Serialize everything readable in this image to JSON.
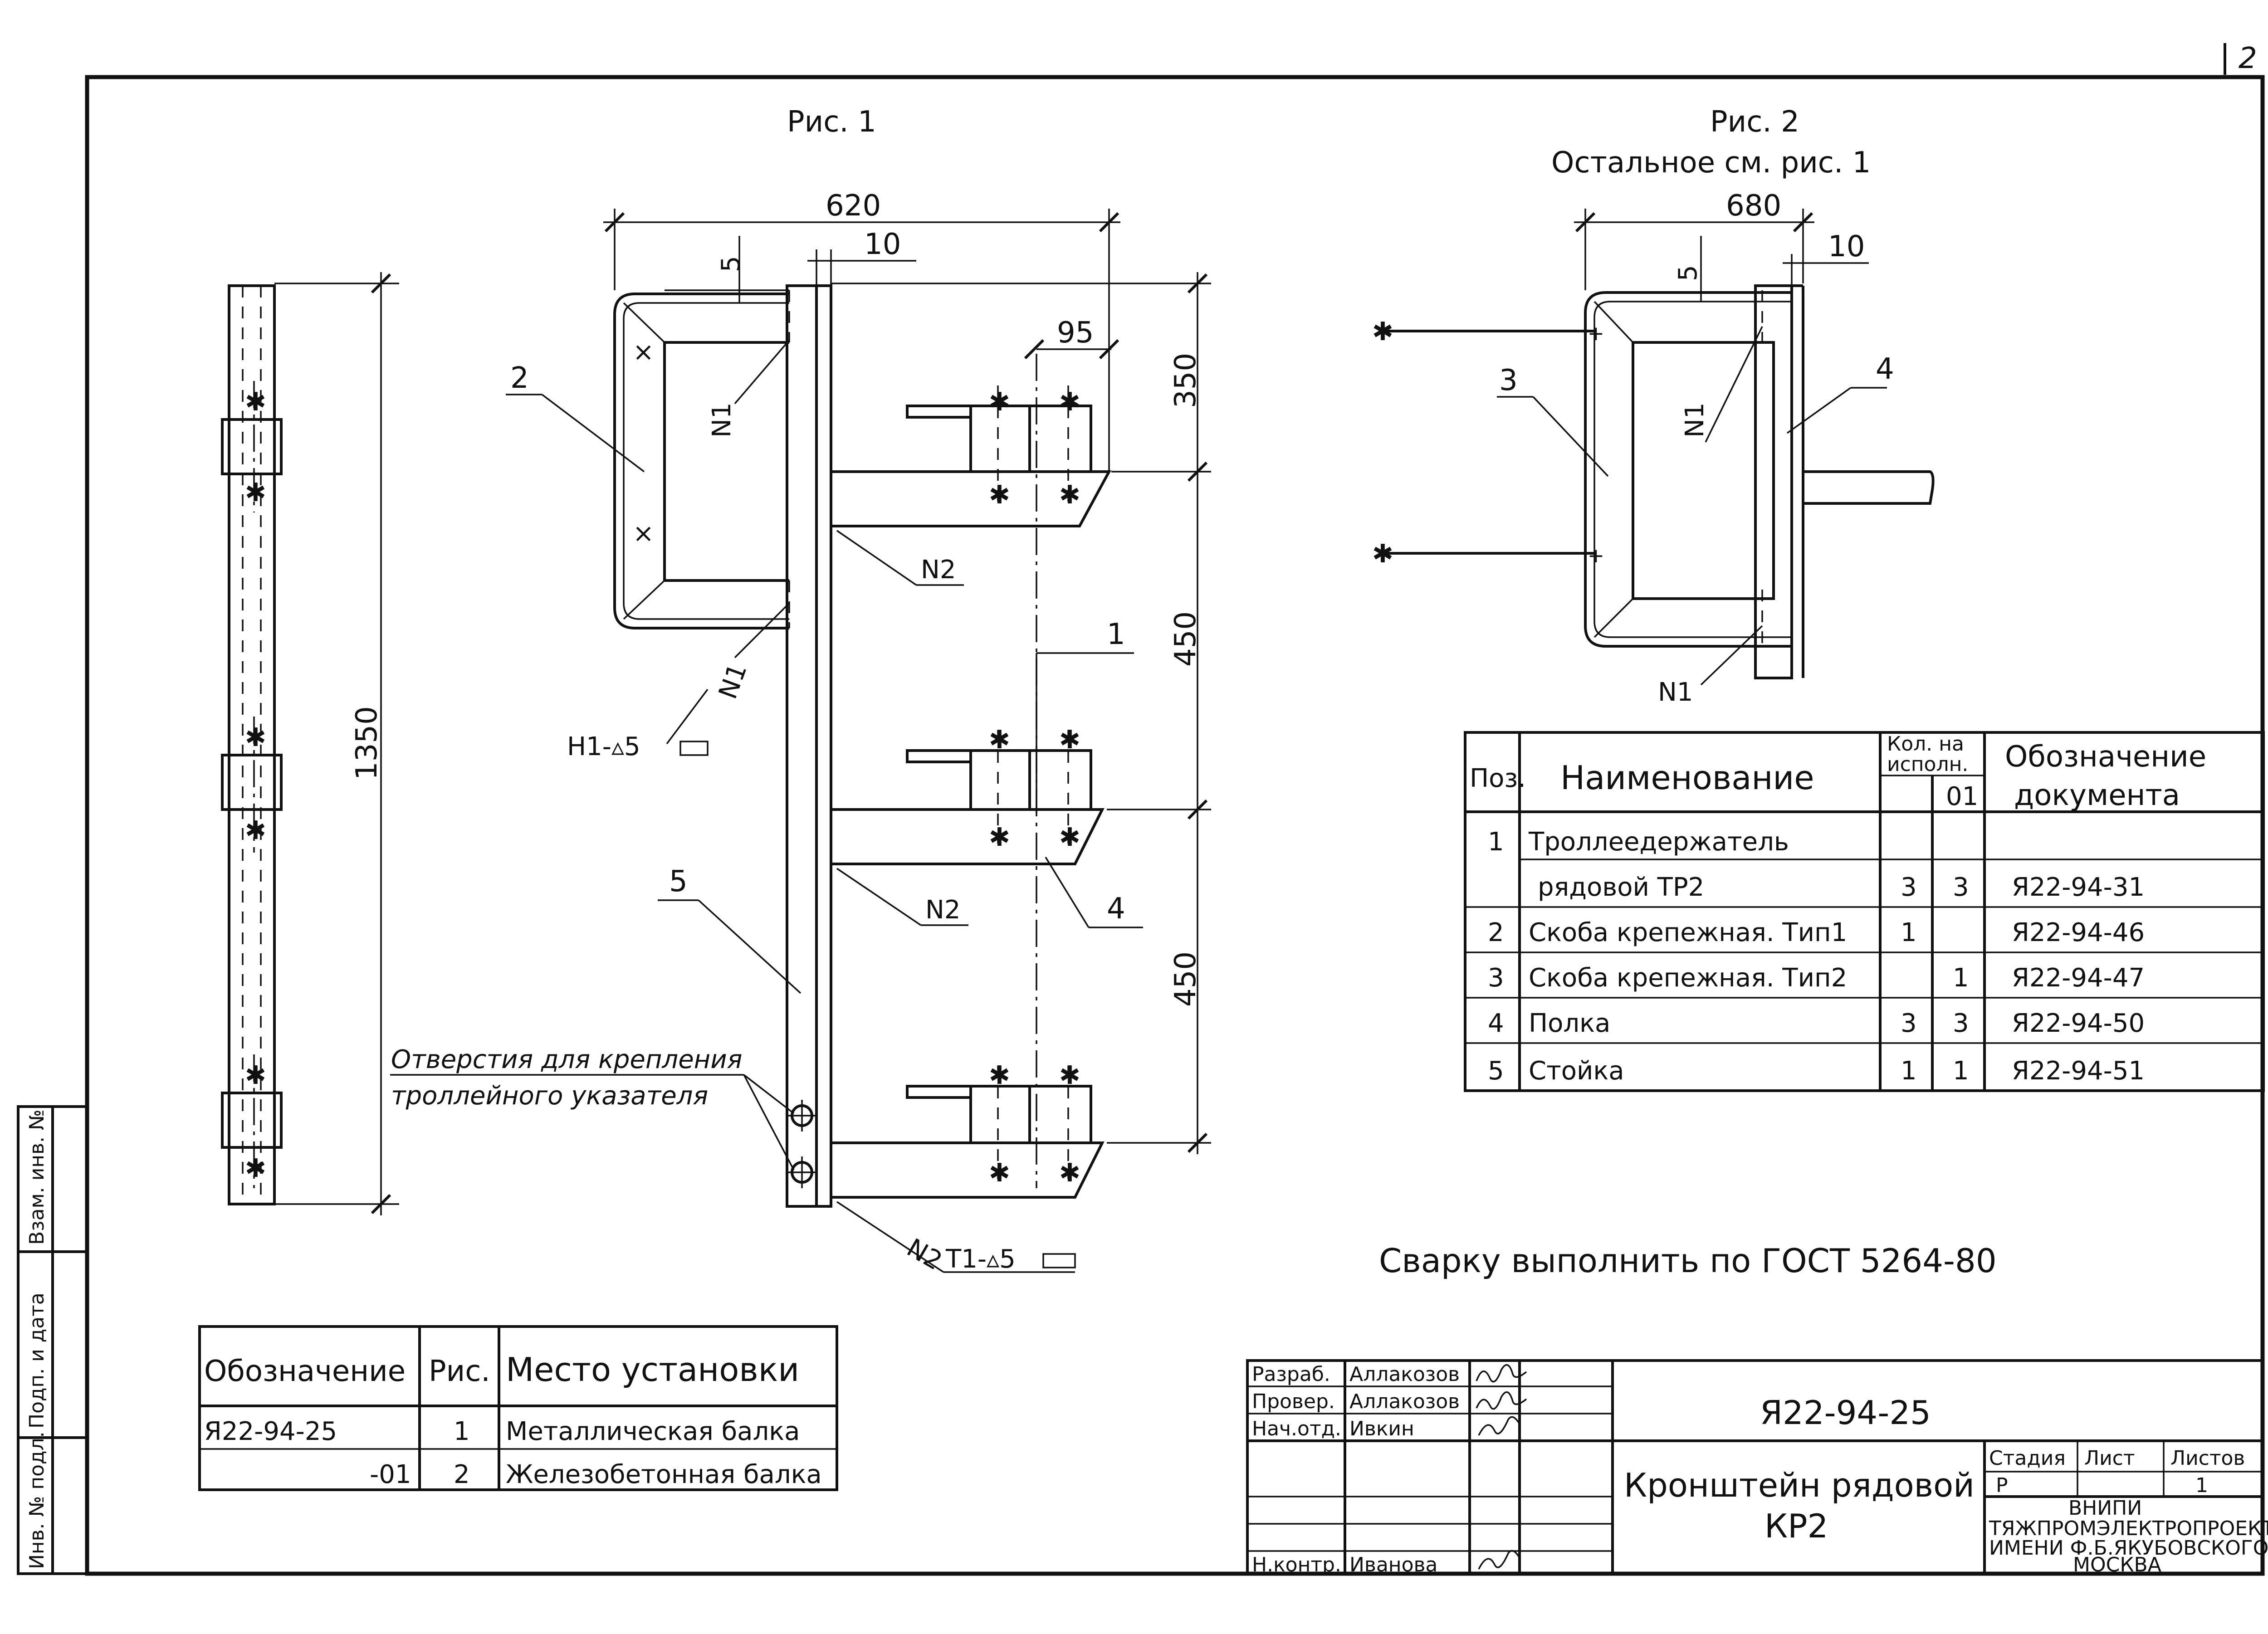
{
  "sheet_number": "2",
  "figures": {
    "fig1_title": "Рис. 1",
    "fig2_title": "Рис. 2",
    "fig2_subtitle": "Остальное см. рис. 1"
  },
  "dimensions": {
    "d620": "620",
    "d10a": "10",
    "d5a": "5",
    "d95": "95",
    "d350": "350",
    "d450a": "450",
    "d450b": "450",
    "d1350": "1350",
    "d680": "680",
    "d10b": "10",
    "d5b": "5"
  },
  "callouts": {
    "p1": "1",
    "p2": "2",
    "p3": "3",
    "p4a": "4",
    "p4b": "4",
    "p5": "5",
    "n1a": "N1",
    "n1b": "N1",
    "n1c": "N1",
    "n1d": "N1",
    "n2a": "N2",
    "n2b": "N2",
    "n2c": "N2",
    "weld_h1": "H1-▵5",
    "weld_t1": "T1-▵5",
    "holes_line1": "Отверстия для крепления",
    "holes_line2": "троллейного указателя"
  },
  "spec_table": {
    "headers": {
      "pos": "Поз.",
      "name": "Наименование",
      "qty_line1": "Кол. на",
      "qty_line2": "исполн.",
      "variant": "01",
      "doc_line1": "Обозначение",
      "doc_line2": "документа"
    },
    "rows": [
      {
        "pos": "1",
        "name": "Троллеедержатель",
        "q1": "",
        "q2": "",
        "doc": ""
      },
      {
        "pos": "",
        "name": "рядовой ТР2",
        "q1": "3",
        "q2": "3",
        "doc": "Я22-94-31"
      },
      {
        "pos": "2",
        "name": "Скоба крепежная. Тип1",
        "q1": "1",
        "q2": "",
        "doc": "Я22-94-46"
      },
      {
        "pos": "3",
        "name": "Скоба крепежная. Тип2",
        "q1": "",
        "q2": "1",
        "doc": "Я22-94-47"
      },
      {
        "pos": "4",
        "name": "Полка",
        "q1": "3",
        "q2": "3",
        "doc": "Я22-94-50"
      },
      {
        "pos": "5",
        "name": "Стойка",
        "q1": "1",
        "q2": "1",
        "doc": "Я22-94-51"
      }
    ]
  },
  "weld_note": "Сварку выполнить по ГОСТ 5264-80",
  "usage_table": {
    "headers": {
      "designation": "Обозначение",
      "fig": "Рис.",
      "place": "Место установки"
    },
    "rows": [
      {
        "designation": "Я22-94-25",
        "fig": "1",
        "place": "Металлическая балка"
      },
      {
        "designation": "-01",
        "fig": "2",
        "place": "Железобетонная балка"
      }
    ]
  },
  "title_block": {
    "roles": [
      {
        "role": "Разраб.",
        "name": "Аллакозов"
      },
      {
        "role": "Провер.",
        "name": "Аллакозов"
      },
      {
        "role": "Нач.отд.",
        "name": "Ивкин"
      },
      {
        "role": "",
        "name": ""
      },
      {
        "role": "",
        "name": ""
      },
      {
        "role": "",
        "name": ""
      },
      {
        "role": "Н.контр.",
        "name": "Иванова"
      }
    ],
    "doc_code": "Я22-94-25",
    "title_line1": "Кронштейн рядовой",
    "title_line2": "КР2",
    "stage_label": "Стадия",
    "sheet_label": "Лист",
    "sheets_label": "Листов",
    "stage_value": "Р",
    "sheet_value": "",
    "sheets_value": "1",
    "org_line1": "ВНИПИ",
    "org_line2": "ТЯЖПРОМЭЛЕКТРОПРОЕКТ",
    "org_line3": "ИМЕНИ Ф.Б.ЯКУБОВСКОГО",
    "org_line4": "МОСКВА"
  },
  "side_stamp": {
    "inv_podl": "Инв. № подл.",
    "podp_data": "Подп. и дата",
    "vzam_inv": "Взам. инв. №"
  }
}
